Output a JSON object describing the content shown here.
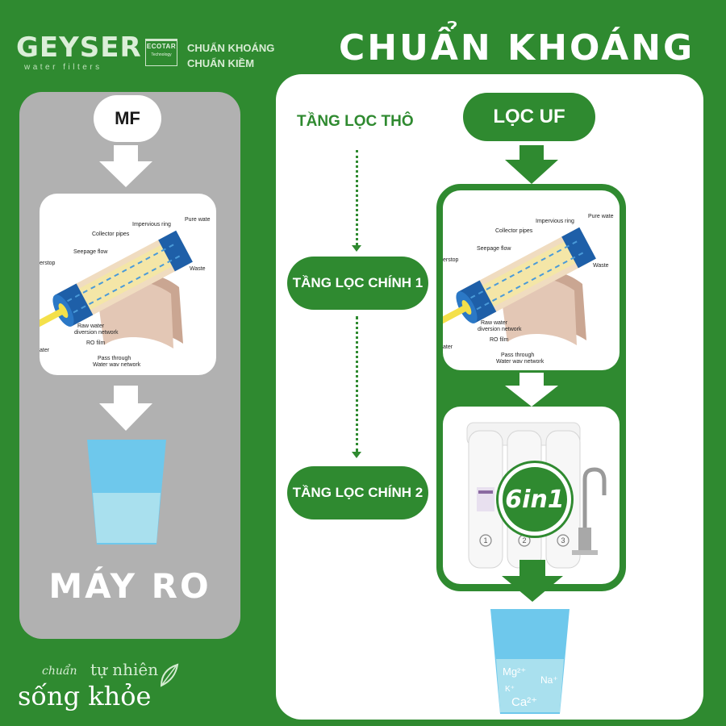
{
  "brand": {
    "name": "GEYSER",
    "sub": "water filters",
    "eco_name": "ECOTAR",
    "eco_sub": "Technology",
    "tagline_1": "CHUẨN KHOÁNG",
    "tagline_2": "CHUẨN KIỀM"
  },
  "title": "CHUẨN KHOÁNG",
  "left": {
    "top_label": "MF",
    "bottom_label": "MÁY RO"
  },
  "right": {
    "stage_coarse": "TẦNG LỌC THÔ",
    "stage_main_1": "TẦNG LỌC CHÍNH 1",
    "stage_main_2": "TẦNG LỌC CHÍNH 2",
    "uf_label": "LỌC UF",
    "badge": "6in1",
    "cartridge_numbers": [
      "1",
      "2",
      "3"
    ]
  },
  "diagram_labels": {
    "impervious": "Impervious ring",
    "pure": "Pure wate",
    "collector": "Collector pipes",
    "seepage": "Seepage flow",
    "waste": "Waste",
    "stop": "erstop",
    "raw_water": "Raw water",
    "diversion": "diversion network",
    "ro_film": "RO film",
    "pass": "Pass through",
    "water_way": "Water wav network",
    "water": "ater"
  },
  "ions": {
    "mg": "Mg²⁺",
    "na": "Na⁺",
    "k": "K⁺",
    "ca": "Ca²⁺"
  },
  "footer": {
    "chuan": "chuẩn",
    "tu_nhien": "tự nhiên",
    "song_khoe": "sống khỏe"
  },
  "colors": {
    "brand_green": "#2f8a30",
    "panel_gray": "#b1b1b1",
    "water_blue": "#6ec8ec",
    "water_light": "#a9e0ee"
  }
}
